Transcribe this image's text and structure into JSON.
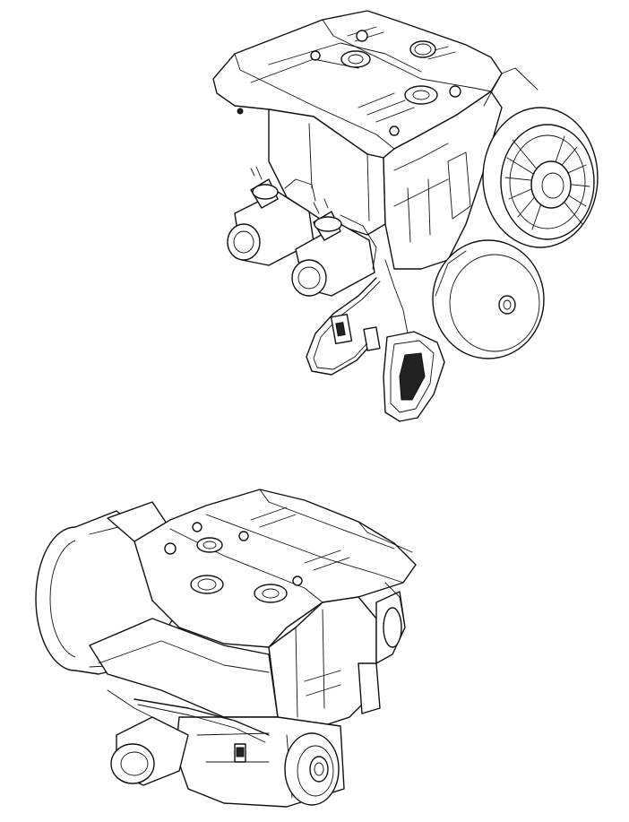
{
  "figure": {
    "views": [
      {
        "id": "engine-view-intake-side",
        "subject": "engine-assembly"
      },
      {
        "id": "engine-view-exhaust-side",
        "subject": "engine-assembly"
      }
    ],
    "colors": {
      "line": "#111111",
      "background": "#ffffff",
      "shade": "#d9d9d9"
    }
  }
}
